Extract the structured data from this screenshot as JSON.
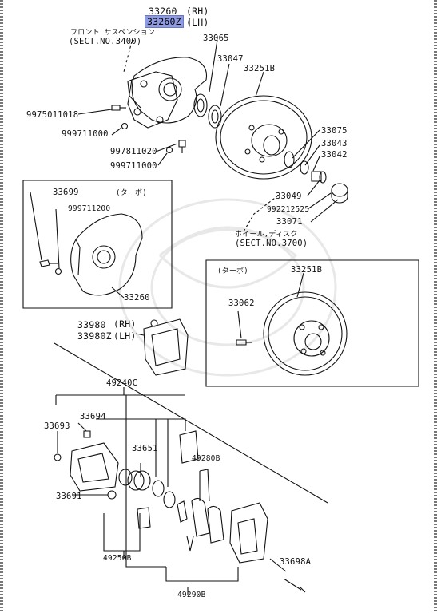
{
  "labels": {
    "p33260": "33260",
    "rh1": "(RH)",
    "p33260z": "33260Z",
    "lh1": "(LH)",
    "front_susp_kana": "フロント サスペンション",
    "sect3400": "(SECT.NO.3400)",
    "p33065": "33065",
    "p33047": "33047",
    "p33251b_top": "33251B",
    "p9975011018": "9975011018",
    "p999711000_a": "999711000",
    "p997811020": "997811020",
    "p999711000_b": "999711000",
    "p33075": "33075",
    "p33043": "33043",
    "p33042": "33042",
    "p33049": "33049",
    "p992212525": "992212525",
    "p33071": "33071",
    "wheel_disc_kana": "ホイール,ディスク",
    "sect3700": "(SECT.NO.3700)",
    "p33699": "33699",
    "turbo_left": "(ターボ)",
    "p999711200": "999711200",
    "p33260_box": "33260",
    "turbo_right": "(ターボ)",
    "p33251b_box": "33251B",
    "p33062": "33062",
    "p33980": "33980",
    "rh2": "(RH)",
    "p33980z": "33980Z",
    "lh2": "(LH)",
    "p49240c": "49240C",
    "p33694": "33694",
    "p33693": "33693",
    "p33651": "33651",
    "p49280b": "49280B",
    "p33691": "33691",
    "p49250b": "49250B",
    "p33698a": "33698A",
    "p49290b": "49290B"
  }
}
